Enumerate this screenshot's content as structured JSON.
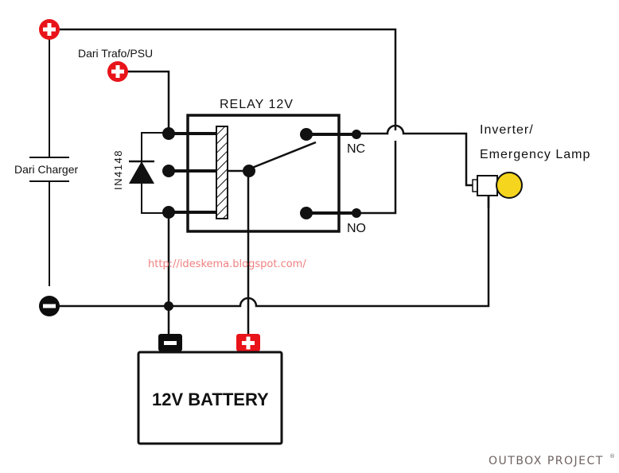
{
  "diagram": {
    "title": "Relay 12V battery backup wiring",
    "labels": {
      "psu_source": "Dari Trafo/PSU",
      "charger": "Dari Charger",
      "relay": "RELAY 12V",
      "diode": "IN4148",
      "nc": "NC",
      "no": "NO",
      "load_line1": "Inverter/",
      "load_line2": "Emergency Lamp",
      "battery": "12V BATTERY",
      "watermark_url": "http://ideskema.blogspot.com/",
      "brand": "OUTBOX PROJECT",
      "brand_mark": "®"
    },
    "terminals": {
      "positive_symbol": "+",
      "negative_symbol": "−"
    },
    "colors": {
      "positive": "#e8141a",
      "negative": "#0d0d0d",
      "wire": "#111111",
      "lamp_bulb": "#f5d51e",
      "watermark": "#f08080",
      "brand": "#6e6262"
    }
  }
}
